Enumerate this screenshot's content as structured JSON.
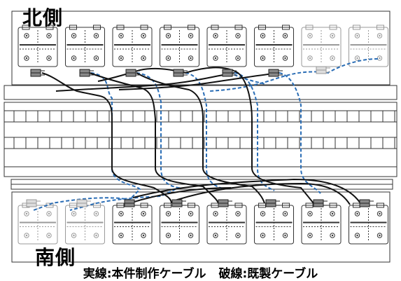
{
  "labels": {
    "north": "北側",
    "south": "南側",
    "legend_solid": "実線:本件制作ケーブル",
    "legend_dashed": "破線:既製ケーブル"
  },
  "colors": {
    "solid_cable": "#111111",
    "dashed_cable": "#2a6db5",
    "panel_outline": "#333333",
    "faded_outline": "#9a9a9a"
  },
  "north_panels": [
    {
      "id": "N1",
      "faded": false
    },
    {
      "id": "N2",
      "faded": false
    },
    {
      "id": "N3",
      "faded": false
    },
    {
      "id": "N4",
      "faded": false
    },
    {
      "id": "N5",
      "faded": false
    },
    {
      "id": "N6",
      "faded": false
    },
    {
      "id": "N7",
      "faded": true
    },
    {
      "id": "N8",
      "faded": true
    }
  ],
  "south_panels": [
    {
      "id": "S1",
      "faded": true
    },
    {
      "id": "S2",
      "faded": true
    },
    {
      "id": "S3",
      "faded": false
    },
    {
      "id": "S4",
      "faded": false
    },
    {
      "id": "S5",
      "faded": false
    },
    {
      "id": "S6",
      "faded": false
    },
    {
      "id": "S7",
      "faded": false
    },
    {
      "id": "S8",
      "faded": false
    }
  ]
}
